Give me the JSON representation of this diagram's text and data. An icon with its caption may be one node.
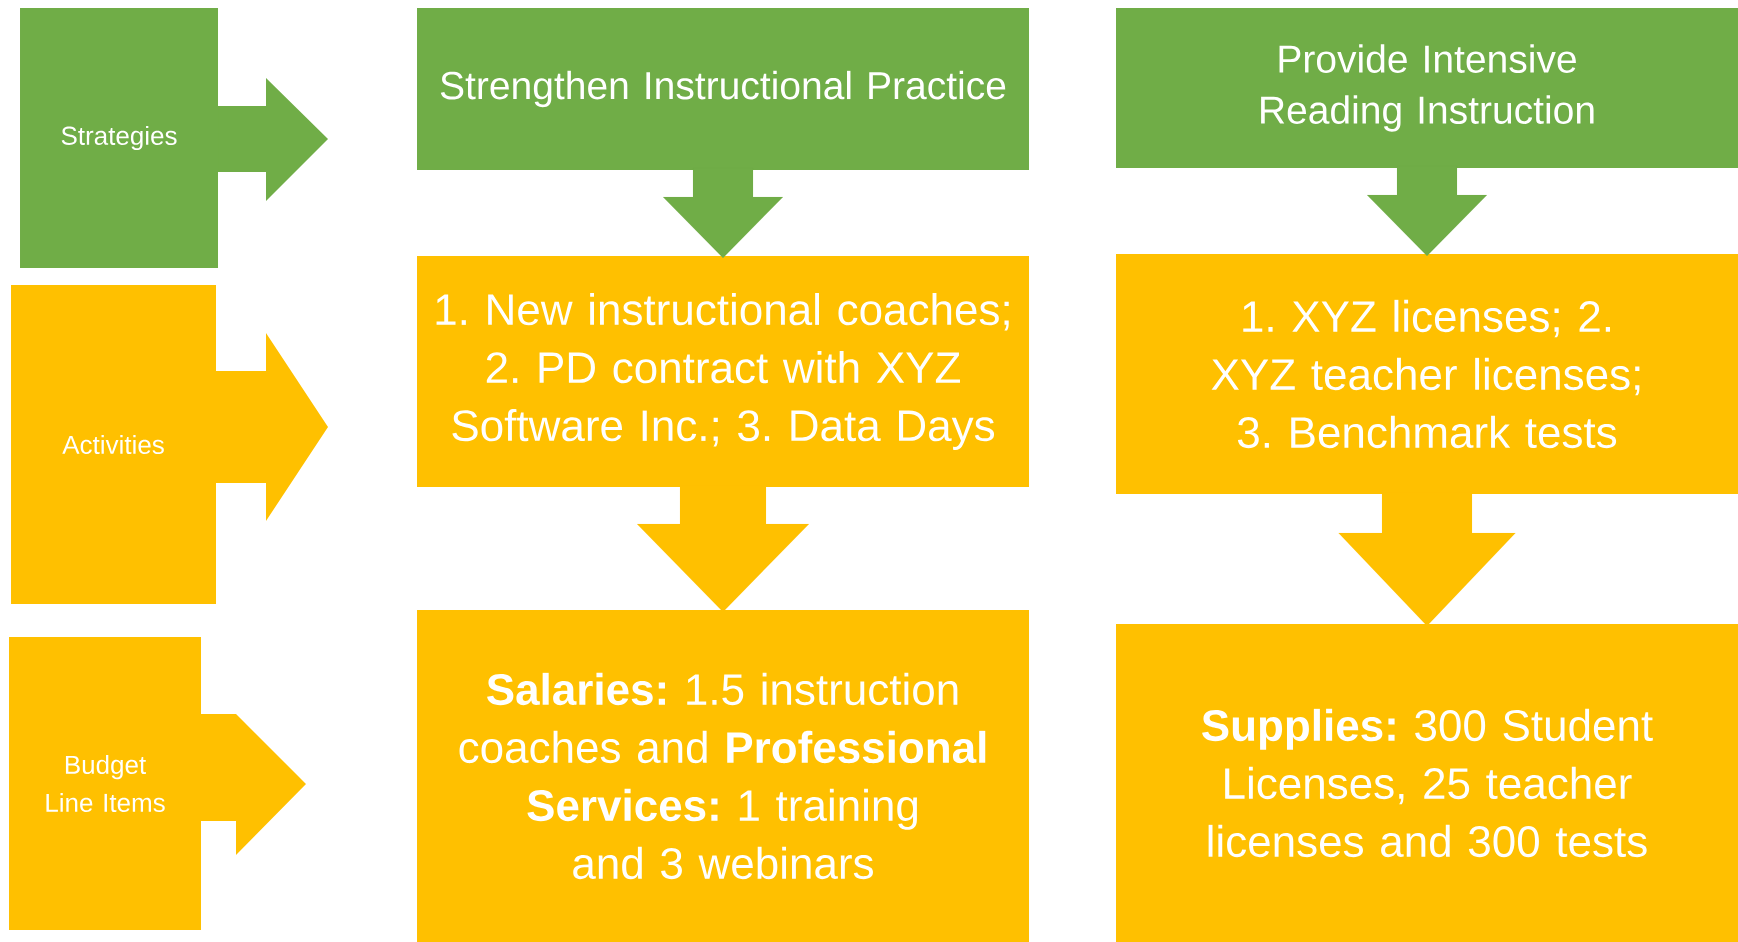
{
  "diagram": {
    "nodes": [
      {
        "text": [
          "Strategies"
        ]
      },
      {
        "text": [
          "Strengthen Instructional Practice"
        ]
      },
      {
        "text": [
          "Provide Intensive Reading Instruction"
        ]
      },
      {
        "text": [
          "Activities"
        ]
      },
      {
        "text": [
          "1. New instructional coaches; 2. PD contract with XYZ Software Inc.; 3. Data Days"
        ]
      },
      {
        "text": [
          "1. XYZ licenses; 2. XYZ teacher licenses; 3. Benchmark tests"
        ]
      },
      {
        "text": [
          "Budget Line Items"
        ]
      },
      {
        "text": [
          "**Salaries:** 1.5 instruction coaches and **Professional Services:** 1 training and 3 webinars"
        ]
      },
      {
        "text": [
          "**Supplies:** 300 Student Licenses, 25 teacher licenses and 300 tests"
        ]
      }
    ],
    "edges": [
      {
        "from": 1,
        "to": 4,
        "arrow": "to",
        "color": "#70ad47"
      },
      {
        "from": 4,
        "to": 7,
        "arrow": "to",
        "color": "#ffc000"
      },
      {
        "from": 2,
        "to": 5,
        "arrow": "to",
        "color": "#70ad47"
      },
      {
        "from": 5,
        "to": 8,
        "arrow": "to",
        "color": "#ffc000"
      }
    ]
  }
}
